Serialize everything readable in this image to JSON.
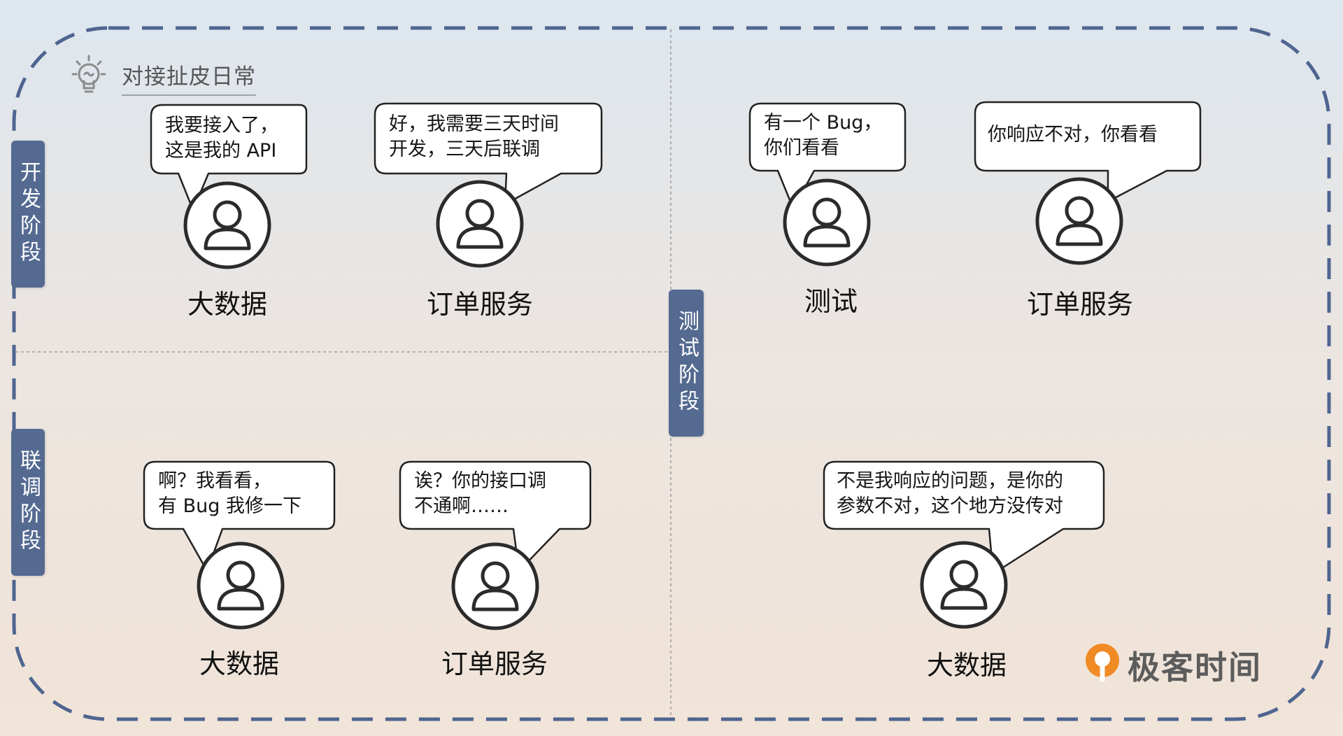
{
  "header": {
    "title": "对接扯皮日常",
    "icon": "lightbulb-icon"
  },
  "stages": {
    "dev": "开发阶段",
    "integration": "联调阶段",
    "test": "测试阶段"
  },
  "panels": {
    "dev": {
      "speakers": [
        {
          "label": "大数据",
          "bubble": "我要接入了，\n这是我的 API"
        },
        {
          "label": "订单服务",
          "bubble": "好，我需要三天时间\n开发，三天后联调"
        }
      ]
    },
    "integration": {
      "speakers": [
        {
          "label": "大数据",
          "bubble": "啊？我看看，\n有 Bug 我修一下"
        },
        {
          "label": "订单服务",
          "bubble": "诶？你的接口调\n不通啊……"
        }
      ]
    },
    "test": {
      "speakers": [
        {
          "label": "测试",
          "bubble": "有一个 Bug，\n你们看看"
        },
        {
          "label": "订单服务",
          "bubble": "你响应不对，你看看"
        },
        {
          "label": "大数据",
          "bubble": "不是我响应的问题，是你的\n参数不对，这个地方没传对"
        }
      ]
    }
  },
  "brand": {
    "name": "极客时间",
    "color": "#f08a24"
  },
  "colors": {
    "frame": "#4f6590",
    "stage_tab": "#546a91",
    "divider": "#9c9c9c"
  }
}
